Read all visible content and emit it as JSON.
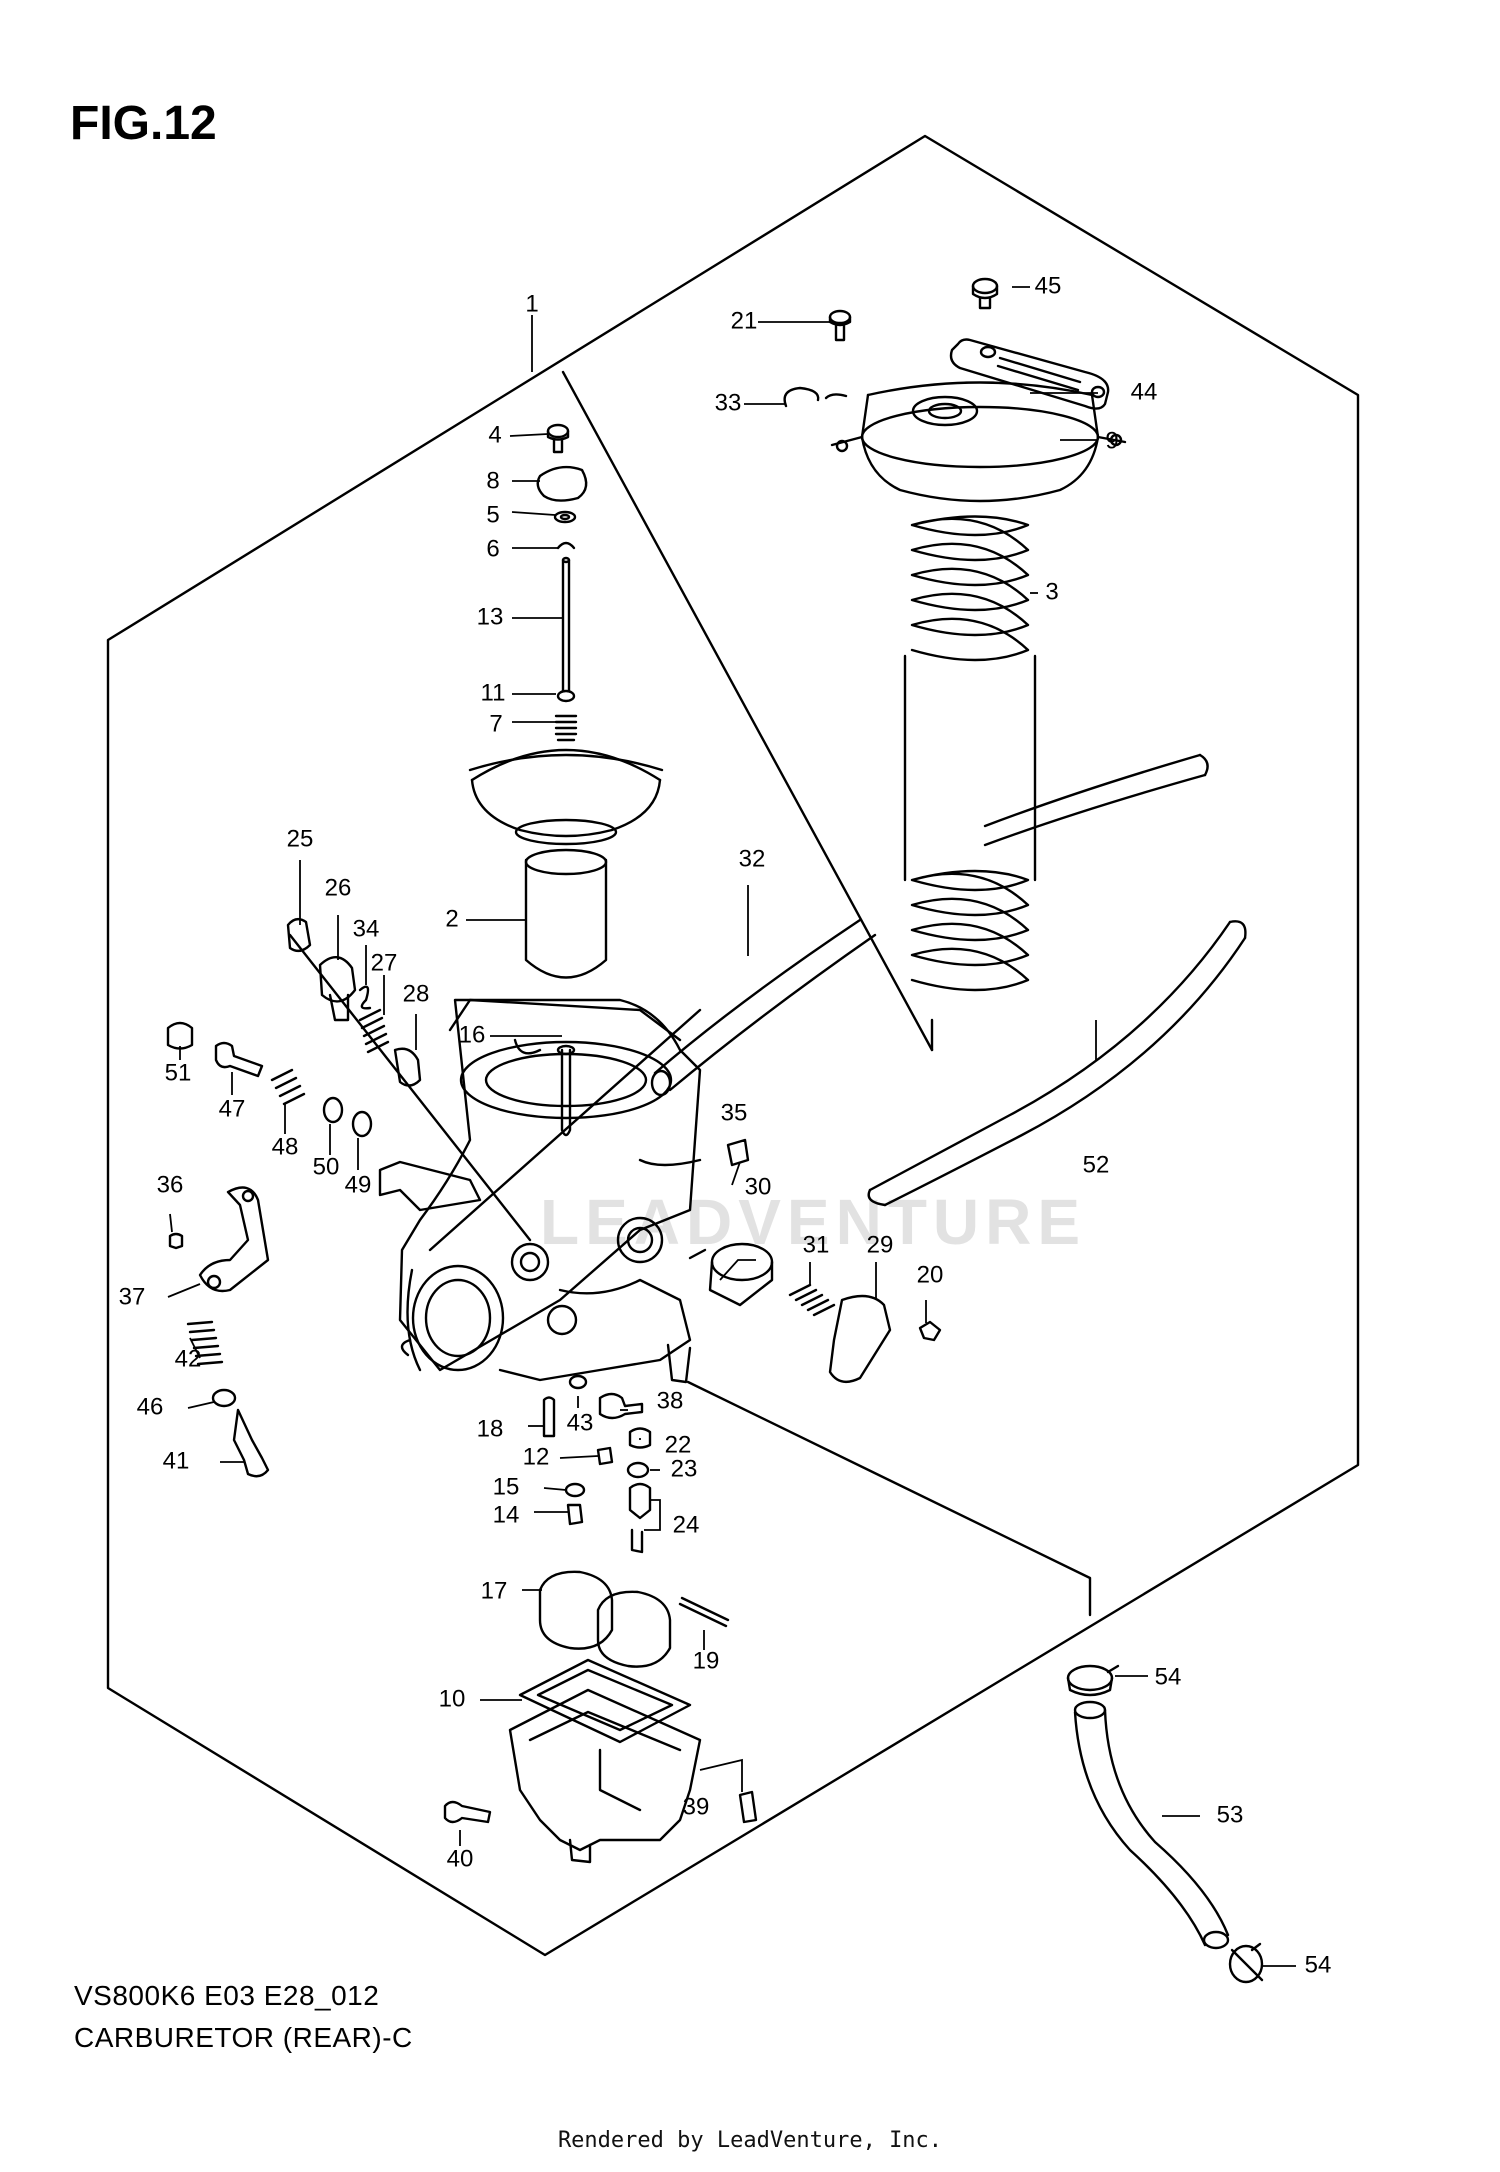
{
  "figure": {
    "title": "FIG.12",
    "model_code": "VS800K6  E03  E28_012",
    "assembly_name": "CARBURETOR (REAR)-C",
    "render_credit": "Rendered by LeadVenture, Inc.",
    "watermark_text": "LEADVENTURE"
  },
  "callouts": [
    {
      "num": "1"
    },
    {
      "num": "2"
    },
    {
      "num": "3"
    },
    {
      "num": "4"
    },
    {
      "num": "5"
    },
    {
      "num": "6"
    },
    {
      "num": "7"
    },
    {
      "num": "8"
    },
    {
      "num": "9"
    },
    {
      "num": "10"
    },
    {
      "num": "11"
    },
    {
      "num": "12"
    },
    {
      "num": "13"
    },
    {
      "num": "14"
    },
    {
      "num": "15"
    },
    {
      "num": "16"
    },
    {
      "num": "17"
    },
    {
      "num": "18"
    },
    {
      "num": "19"
    },
    {
      "num": "20"
    },
    {
      "num": "21"
    },
    {
      "num": "22"
    },
    {
      "num": "23"
    },
    {
      "num": "24"
    },
    {
      "num": "25"
    },
    {
      "num": "26"
    },
    {
      "num": "27"
    },
    {
      "num": "28"
    },
    {
      "num": "29"
    },
    {
      "num": "30"
    },
    {
      "num": "31"
    },
    {
      "num": "32"
    },
    {
      "num": "33"
    },
    {
      "num": "34"
    },
    {
      "num": "35"
    },
    {
      "num": "36"
    },
    {
      "num": "37"
    },
    {
      "num": "38"
    },
    {
      "num": "39"
    },
    {
      "num": "40"
    },
    {
      "num": "41"
    },
    {
      "num": "42"
    },
    {
      "num": "43"
    },
    {
      "num": "44"
    },
    {
      "num": "45"
    },
    {
      "num": "46"
    },
    {
      "num": "47"
    },
    {
      "num": "48"
    },
    {
      "num": "49"
    },
    {
      "num": "50"
    },
    {
      "num": "51"
    },
    {
      "num": "52"
    },
    {
      "num": "53"
    },
    {
      "num": "54"
    },
    {
      "num": "54"
    }
  ],
  "colors": {
    "line": "#000000",
    "background": "#ffffff",
    "watermark": "#e2e2e2"
  }
}
